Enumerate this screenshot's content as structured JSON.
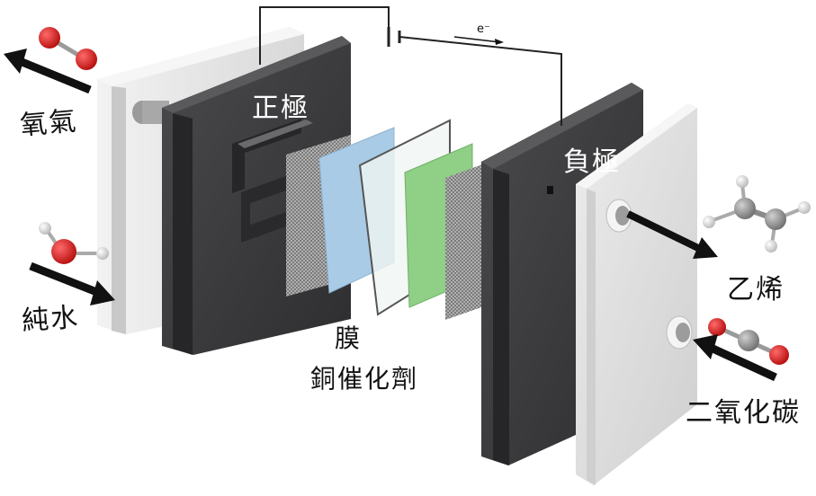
{
  "labels": {
    "oxygen": "氧氣",
    "pure_water": "純水",
    "anode": "正極",
    "cathode": "負極",
    "membrane": "膜",
    "copper_catalyst": "銅催化劑",
    "ethylene": "乙烯",
    "co2": "二氧化碳",
    "electron": "e⁻"
  },
  "colors": {
    "anode_plate": "#3e3e40",
    "cathode_plate": "#3a3a3c",
    "end_plate": "#e6e6e6",
    "membrane": "#a9cbe6",
    "catalyst": "#8fcf86",
    "oxygen_atom": "#d61a1a",
    "carbon_atom": "#8e8e8e",
    "hydrogen_atom": "#dcdcdc"
  }
}
